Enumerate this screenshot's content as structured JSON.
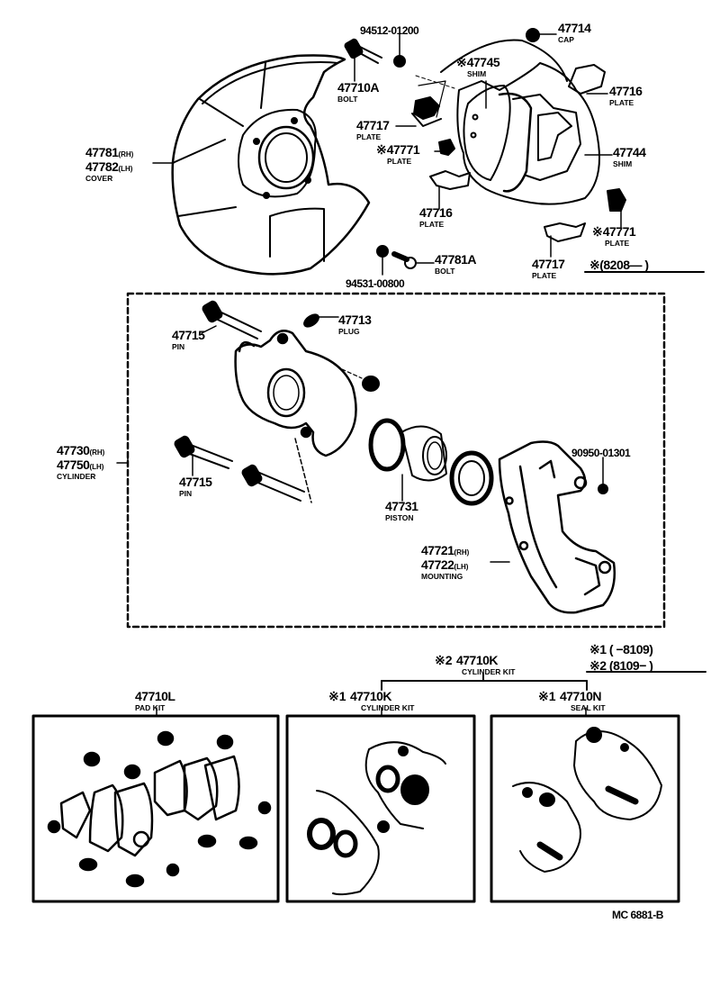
{
  "diagram": {
    "type": "exploded-parts-diagram",
    "subject": "Front disc brake caliper assembly",
    "footer_code": "MC 6881-B",
    "note": {
      "star_range": "※(8208—       )",
      "legend_1": "※1 (      −8109)",
      "legend_2": "※2 (8109−       )"
    },
    "top_section": {
      "labels": [
        {
          "id": "94512-01200",
          "part": "94512-01200",
          "desc": ""
        },
        {
          "id": "47714",
          "part": "47714",
          "desc": "CAP"
        },
        {
          "id": "47710A",
          "part": "47710A",
          "desc": "BOLT"
        },
        {
          "id": "47745",
          "part": "47745",
          "desc": "SHIM",
          "star": "※"
        },
        {
          "id": "47716a",
          "part": "47716",
          "desc": "PLATE"
        },
        {
          "id": "47717a",
          "part": "47717",
          "desc": "PLATE"
        },
        {
          "id": "47771a",
          "part": "47771",
          "desc": "PLATE",
          "star": "※"
        },
        {
          "id": "47744",
          "part": "47744",
          "desc": "SHIM"
        },
        {
          "id": "47781",
          "part": "47781",
          "suffix": "(RH)"
        },
        {
          "id": "47782",
          "part": "47782",
          "suffix": "(LH)",
          "desc": "COVER"
        },
        {
          "id": "47716b",
          "part": "47716",
          "desc": "PLATE"
        },
        {
          "id": "47771b",
          "part": "47771",
          "desc": "PLATE",
          "star": "※"
        },
        {
          "id": "47781A",
          "part": "47781A",
          "desc": "BOLT"
        },
        {
          "id": "94531-00800",
          "part": "94531-00800",
          "desc": ""
        },
        {
          "id": "47717b",
          "part": "47717",
          "desc": "PLATE"
        }
      ]
    },
    "middle_section": {
      "labels": [
        {
          "id": "47715a",
          "part": "47715",
          "desc": "PIN"
        },
        {
          "id": "47713",
          "part": "47713",
          "desc": "PLUG"
        },
        {
          "id": "47730",
          "part": "47730",
          "suffix": "(RH)"
        },
        {
          "id": "47750",
          "part": "47750",
          "suffix": "(LH)",
          "desc": "CYLINDER"
        },
        {
          "id": "47715b",
          "part": "47715",
          "desc": "PIN"
        },
        {
          "id": "47731",
          "part": "47731",
          "desc": "PISTON"
        },
        {
          "id": "90950-01301",
          "part": "90950-01301",
          "desc": ""
        },
        {
          "id": "47721",
          "part": "47721",
          "suffix": "(RH)"
        },
        {
          "id": "47722",
          "part": "47722",
          "suffix": "(LH)",
          "desc": "MOUNTING"
        }
      ]
    },
    "kits": {
      "cylinder_kit_2": {
        "star": "※2",
        "part": "47710K",
        "desc": "CYLINDER KIT"
      },
      "pad_kit": {
        "part": "47710L",
        "desc": "PAD KIT"
      },
      "cylinder_kit_1": {
        "star": "※1",
        "part": "47710K",
        "desc": "CYLINDER KIT"
      },
      "seal_kit": {
        "star": "※1",
        "part": "47710N",
        "desc": "SEAL KIT"
      }
    }
  }
}
